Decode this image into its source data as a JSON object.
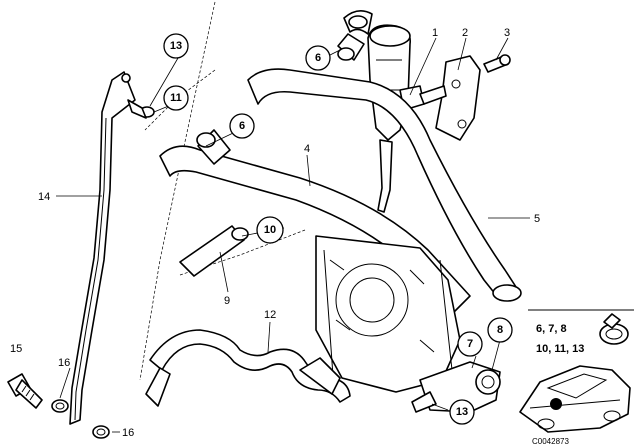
{
  "labels": {
    "p1": "1",
    "p2": "2",
    "p3": "3",
    "p4": "4",
    "p5": "5",
    "p9": "9",
    "p12": "12",
    "p14": "14",
    "p15": "15",
    "p16a": "16",
    "p16b": "16"
  },
  "callouts": {
    "c13_top": "13",
    "c11": "11",
    "c6_a": "6",
    "c6_b": "6",
    "c10": "10",
    "c7": "7",
    "c8": "8",
    "c13_bottom": "13"
  },
  "legend": {
    "line1": "6, 7, 8",
    "line2": "10, 11, 13"
  },
  "drawing_id": "C0042873"
}
